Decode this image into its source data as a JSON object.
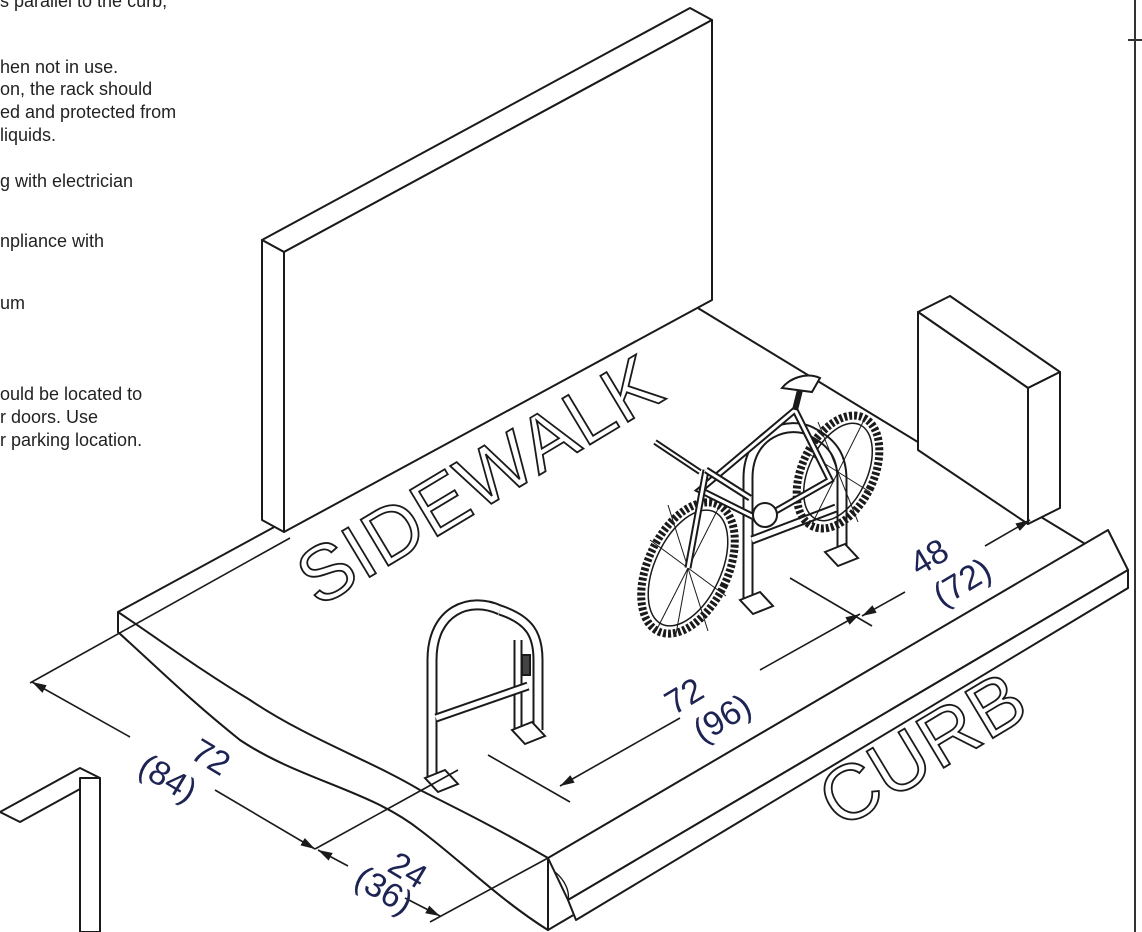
{
  "notes": [
    "s parallel to the curb,",
    "hen not in use.",
    "on, the rack should",
    "ed and protected from",
    " liquids.",
    "g with electrician",
    "npliance with",
    "um",
    "ould be located to",
    "r doors. Use",
    "r parking location."
  ],
  "labels": {
    "sidewalk": "SIDEWALK",
    "curb": "CURB"
  },
  "dimensions": {
    "rack_spacing": {
      "value": "72",
      "alt": "(96)"
    },
    "wall_clearance": {
      "value": "48",
      "alt": "(72)"
    },
    "aisle_width": {
      "value": "72",
      "alt": "(84)"
    },
    "curb_clearance": {
      "value": "24",
      "alt": "(36)"
    }
  }
}
